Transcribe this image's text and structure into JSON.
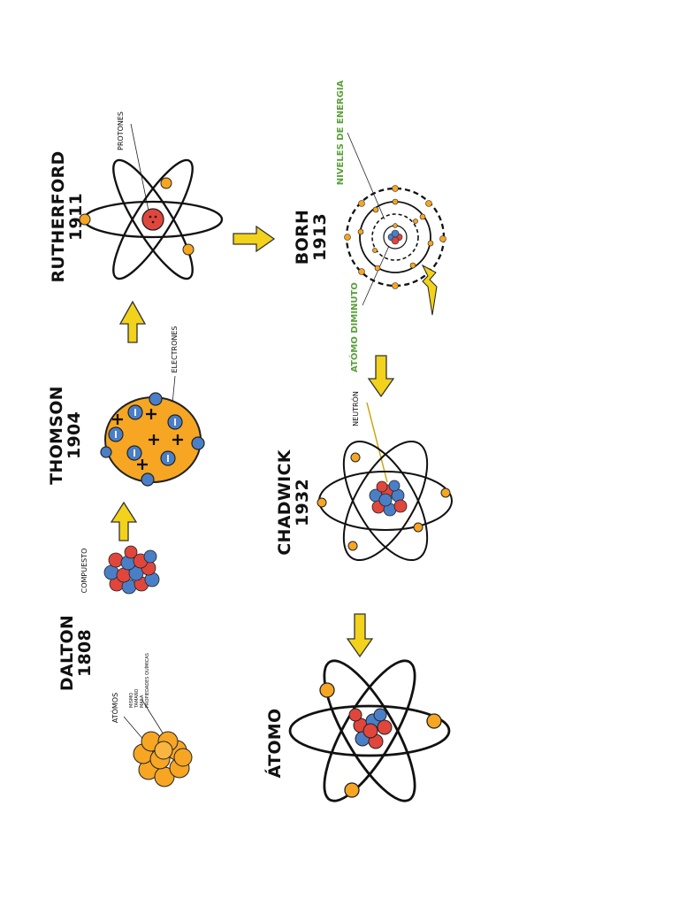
{
  "panels": {
    "dalton": {
      "name": "DALTON",
      "year": "1808",
      "caption": "ATÓMOS",
      "notes": [
        "MISMO",
        "TAMAÑO",
        "MASA",
        "PROPIEDADES QUÍMICAS"
      ]
    },
    "compuesto": {
      "caption": "COMPUESTO"
    },
    "thomson": {
      "name": "THOMSON",
      "year": "1904",
      "caption": "ELECTRONES"
    },
    "rutherford": {
      "name": "RUTHERFORD",
      "year": "1911",
      "caption": "PROTONES"
    },
    "bohr": {
      "name": "BORH",
      "year": "1913",
      "caption_top": "NIVELES DE ENERGIA",
      "caption_bottom": "ATÓMO DIMINUTO"
    },
    "chadwick": {
      "name": "CHADWICK",
      "year": "1932",
      "caption": "NEUTRÓN"
    },
    "atomo": {
      "name": "ÁTOMO"
    }
  },
  "colors": {
    "orange": "#f6a623",
    "blue": "#4a7fc8",
    "red": "#e0463c",
    "arrow": "#f2d21b",
    "outline": "#222222",
    "green": "#5aa03a"
  }
}
